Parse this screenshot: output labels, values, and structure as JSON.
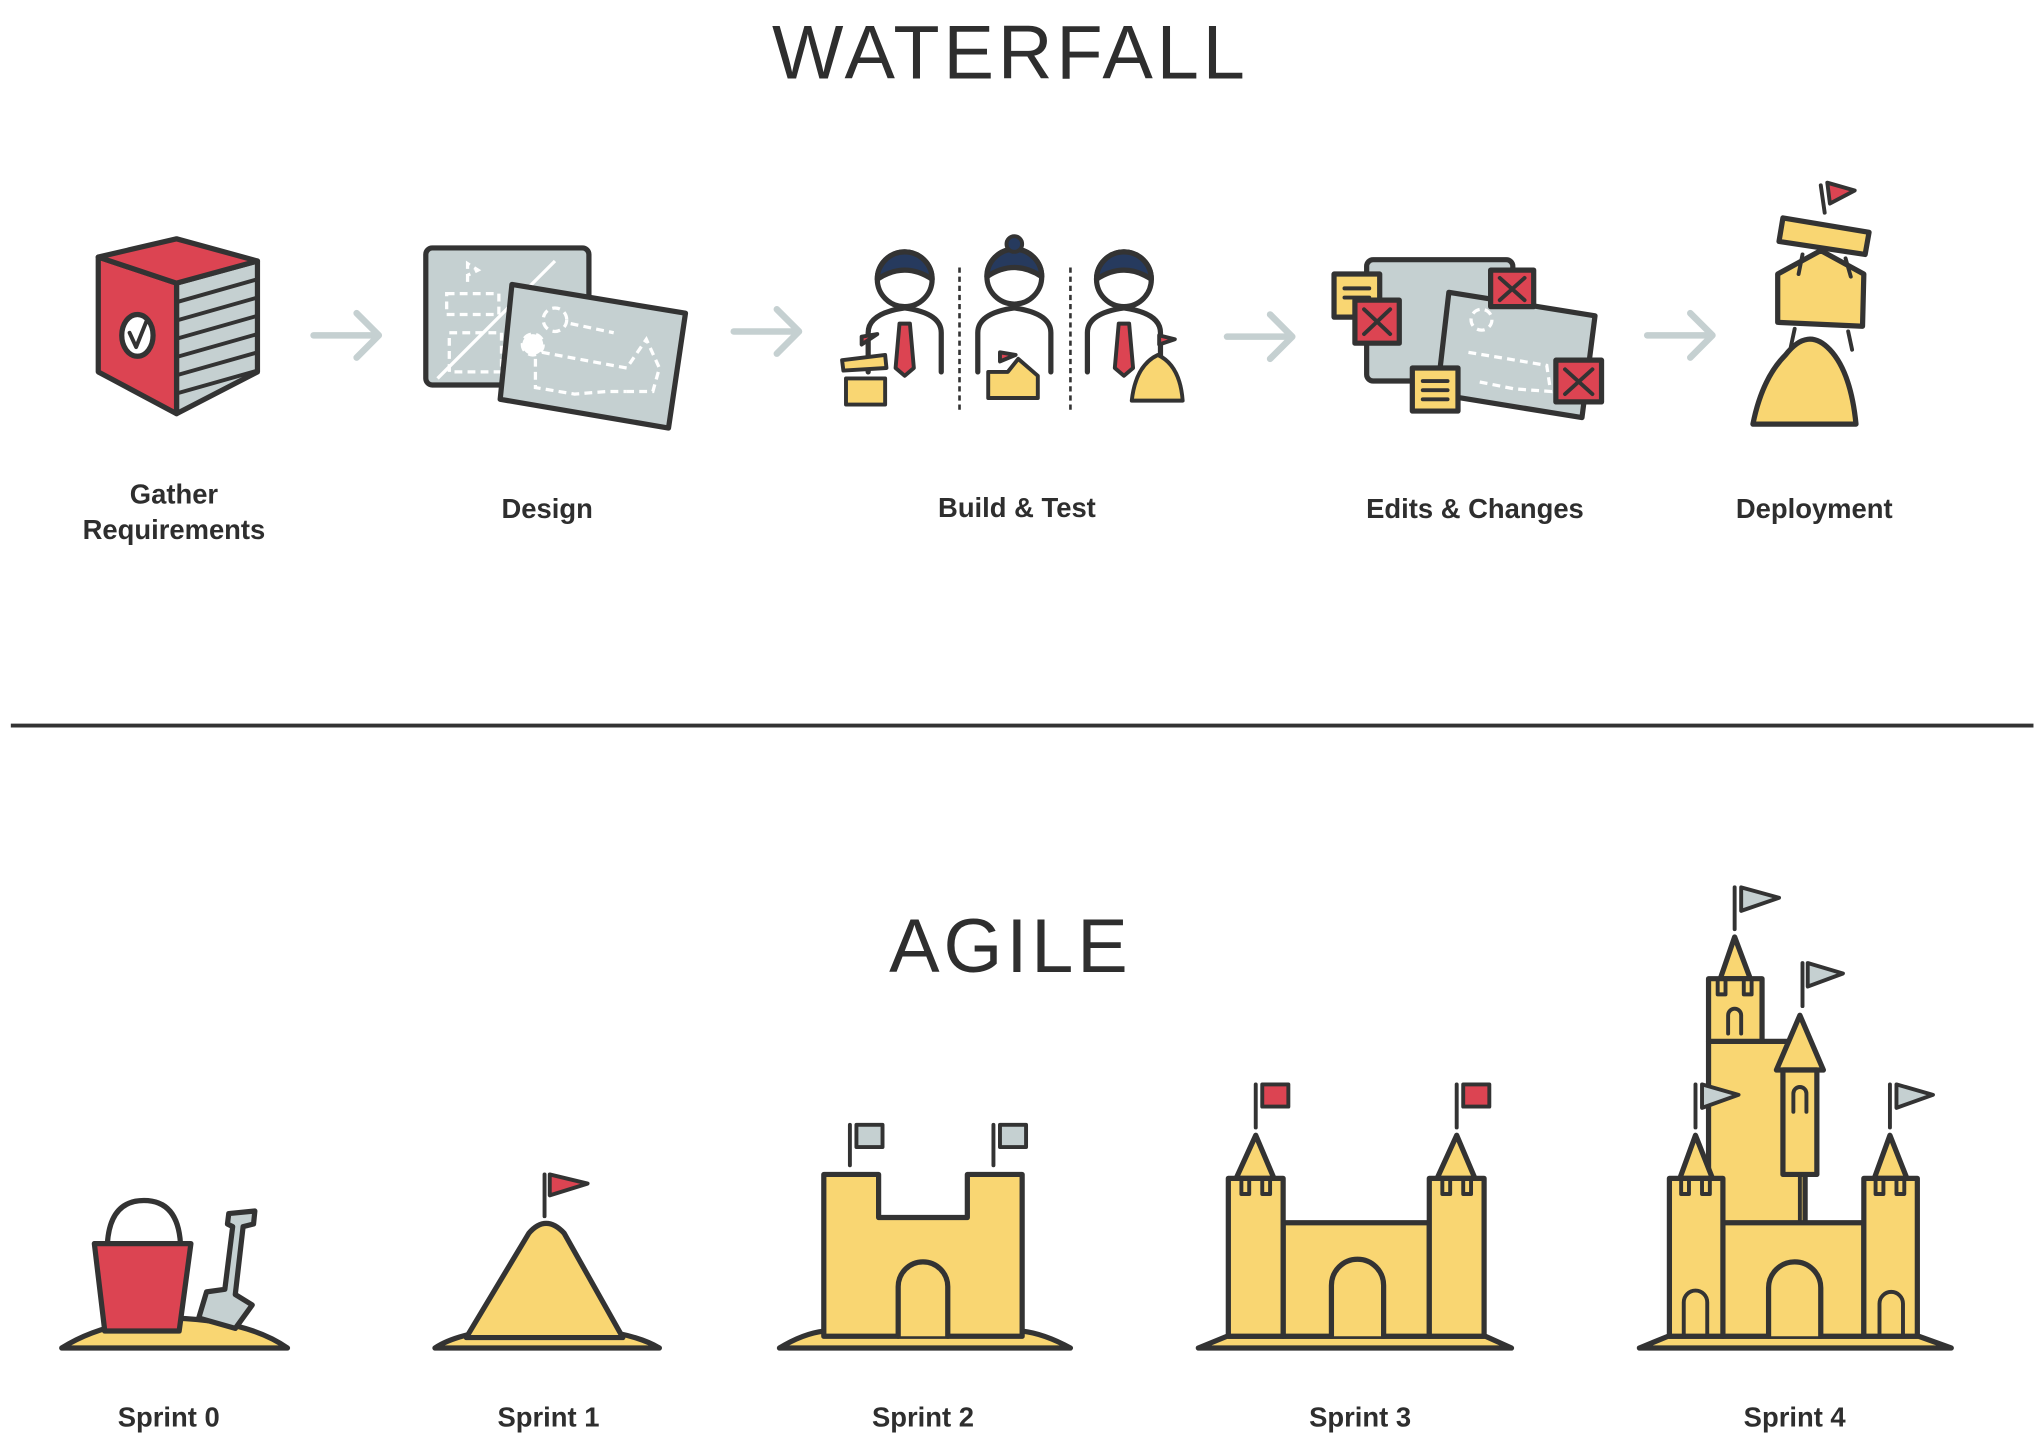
{
  "waterfall": {
    "title": "WATERFALL",
    "steps": [
      {
        "label_line1": "Gather",
        "label_line2": "Requirements",
        "icon": "requirements-book-icon"
      },
      {
        "label": "Design",
        "icon": "blueprint-icon"
      },
      {
        "label": "Build & Test",
        "icon": "team-builders-icon"
      },
      {
        "label": "Edits & Changes",
        "icon": "edited-blueprint-icon"
      },
      {
        "label": "Deployment",
        "icon": "stacked-sandcastle-icon"
      }
    ]
  },
  "agile": {
    "title": "AGILE",
    "sprints": [
      {
        "label": "Sprint 0",
        "icon": "bucket-and-shovel-icon"
      },
      {
        "label": "Sprint 1",
        "icon": "sand-pile-icon"
      },
      {
        "label": "Sprint 2",
        "icon": "simple-castle-icon"
      },
      {
        "label": "Sprint 3",
        "icon": "castle-with-towers-icon"
      },
      {
        "label": "Sprint 4",
        "icon": "full-castle-icon"
      }
    ]
  },
  "colors": {
    "red": "#DC4452",
    "yellow": "#F9D672",
    "gray": "#C5D0D1",
    "dark": "#333333",
    "navy": "#263A5E"
  }
}
